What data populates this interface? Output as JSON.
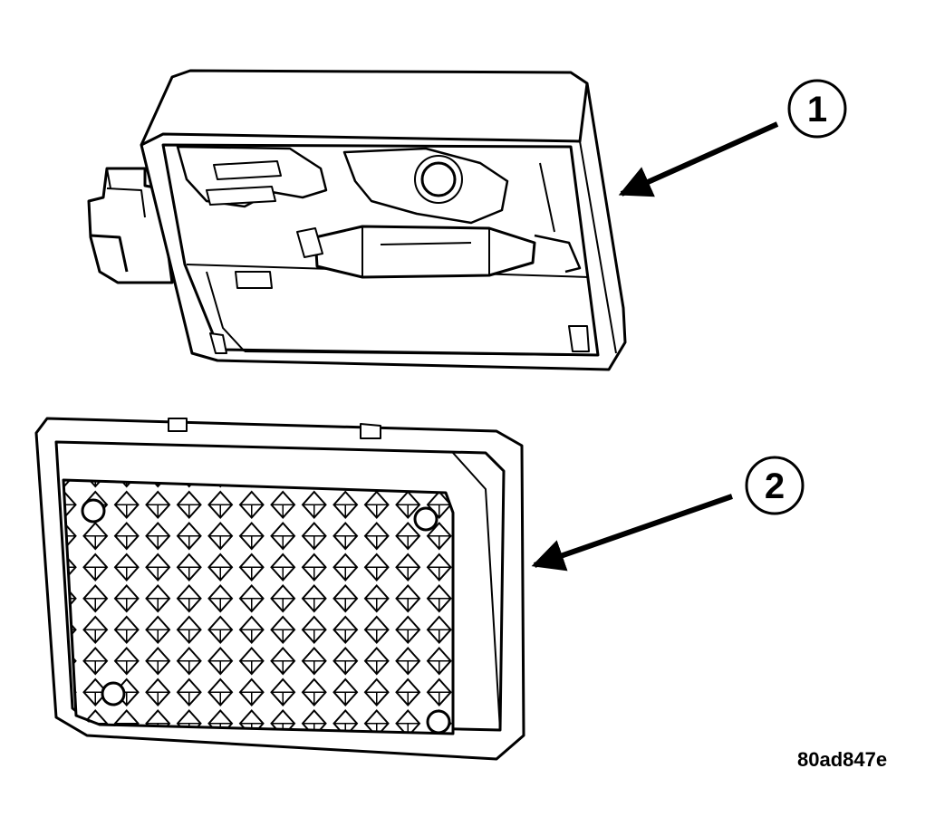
{
  "callouts": [
    {
      "number": "1"
    },
    {
      "number": "2"
    }
  ],
  "figure_code": "80ad847e"
}
